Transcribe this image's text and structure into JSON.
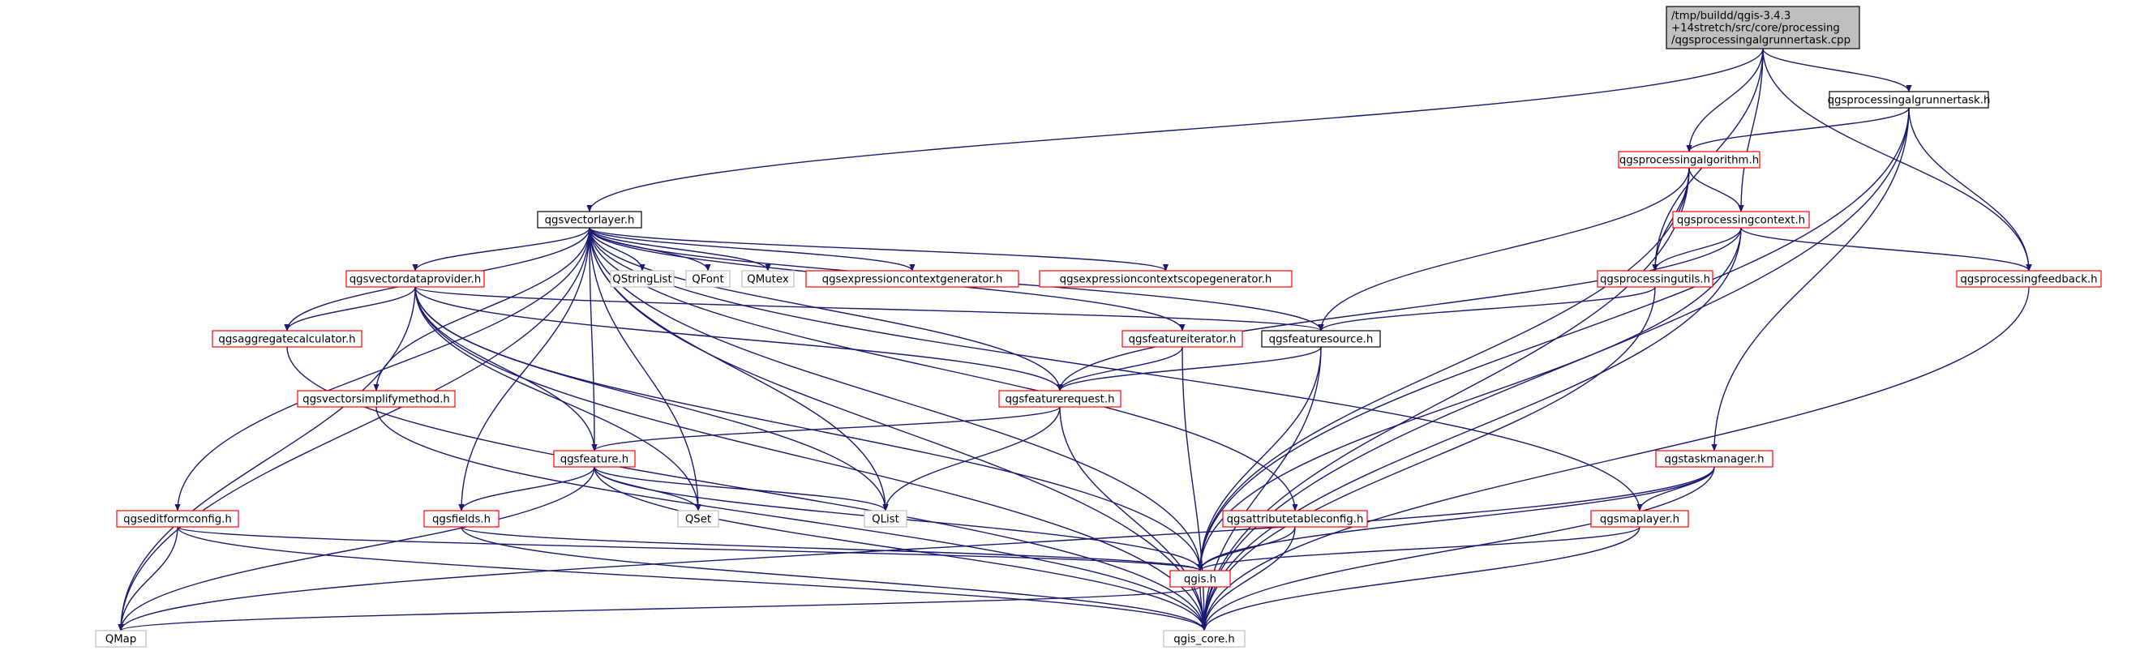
{
  "colors": {
    "edge": "#191970",
    "root_fill": "#bfbfbf",
    "root_border": "#000000",
    "documented_border": "#000000",
    "incomplete_border": "#ff0000",
    "external_border": "#bfbfbf",
    "external_text": "#555555"
  },
  "nodes": [
    {
      "id": "root",
      "style": "root",
      "lines": [
        "/tmp/buildd/qgis-3.4.3",
        "+14stretch/src/core/processing",
        "/qgsprocessingalgrunnertask.cpp"
      ]
    },
    {
      "id": "qgsprocessingalgrunnertask_h",
      "style": "documented",
      "lines": [
        "qgsprocessingalgrunnertask.h"
      ]
    },
    {
      "id": "qgsvectorlayer_h",
      "style": "documented",
      "lines": [
        "qgsvectorlayer.h"
      ]
    },
    {
      "id": "qgsprocessingalgorithm_h",
      "style": "incomplete",
      "lines": [
        "qgsprocessingalgorithm.h"
      ]
    },
    {
      "id": "qgsprocessingcontext_h",
      "style": "incomplete",
      "lines": [
        "qgsprocessingcontext.h"
      ]
    },
    {
      "id": "qgsprocessingutils_h",
      "style": "incomplete",
      "lines": [
        "qgsprocessingutils.h"
      ]
    },
    {
      "id": "qgsprocessingfeedback_h",
      "style": "incomplete",
      "lines": [
        "qgsprocessingfeedback.h"
      ]
    },
    {
      "id": "qgsvectordataprovider_h",
      "style": "incomplete",
      "lines": [
        "qgsvectordataprovider.h"
      ]
    },
    {
      "id": "QStringList",
      "style": "external",
      "lines": [
        "QStringList"
      ]
    },
    {
      "id": "QFont",
      "style": "external",
      "lines": [
        "QFont"
      ]
    },
    {
      "id": "QMutex",
      "style": "external",
      "lines": [
        "QMutex"
      ]
    },
    {
      "id": "qgsexpressioncontextgenerator_h",
      "style": "incomplete",
      "lines": [
        "qgsexpressioncontextgenerator.h"
      ]
    },
    {
      "id": "qgsexpressioncontextscopegenerator_h",
      "style": "incomplete",
      "lines": [
        "qgsexpressioncontextscopegenerator.h"
      ]
    },
    {
      "id": "qgsaggregatecalculator_h",
      "style": "incomplete",
      "lines": [
        "qgsaggregatecalculator.h"
      ]
    },
    {
      "id": "qgsfeatureiterator_h",
      "style": "incomplete",
      "lines": [
        "qgsfeatureiterator.h"
      ]
    },
    {
      "id": "qgsfeaturesource_h",
      "style": "documented",
      "lines": [
        "qgsfeaturesource.h"
      ]
    },
    {
      "id": "qgsvectorsimplifymethod_h",
      "style": "incomplete",
      "lines": [
        "qgsvectorsimplifymethod.h"
      ]
    },
    {
      "id": "qgsfeaturerequest_h",
      "style": "incomplete",
      "lines": [
        "qgsfeaturerequest.h"
      ]
    },
    {
      "id": "qgsfeature_h",
      "style": "incomplete",
      "lines": [
        "qgsfeature.h"
      ]
    },
    {
      "id": "qgstaskmanager_h",
      "style": "incomplete",
      "lines": [
        "qgstaskmanager.h"
      ]
    },
    {
      "id": "QSet",
      "style": "external",
      "lines": [
        "QSet"
      ]
    },
    {
      "id": "QList",
      "style": "external",
      "lines": [
        "QList"
      ]
    },
    {
      "id": "qgseditformconfig_h",
      "style": "incomplete",
      "lines": [
        "qgseditformconfig.h"
      ]
    },
    {
      "id": "qgsfields_h",
      "style": "incomplete",
      "lines": [
        "qgsfields.h"
      ]
    },
    {
      "id": "qgsattributetableconfig_h",
      "style": "incomplete",
      "lines": [
        "qgsattributetableconfig.h"
      ]
    },
    {
      "id": "qgsmaplayer_h",
      "style": "incomplete",
      "lines": [
        "qgsmaplayer.h"
      ]
    },
    {
      "id": "qgis_h",
      "style": "incomplete",
      "lines": [
        "qgis.h"
      ]
    },
    {
      "id": "QMap",
      "style": "external",
      "lines": [
        "QMap"
      ]
    },
    {
      "id": "qgis_core_h",
      "style": "external",
      "lines": [
        "qgis_core.h"
      ]
    }
  ],
  "edges": [
    [
      "root",
      "qgsprocessingalgrunnertask_h"
    ],
    [
      "root",
      "qgsvectorlayer_h"
    ],
    [
      "root",
      "qgsprocessingalgorithm_h"
    ],
    [
      "root",
      "qgsprocessingcontext_h"
    ],
    [
      "root",
      "qgsprocessingutils_h"
    ],
    [
      "root",
      "qgsprocessingfeedback_h"
    ],
    [
      "qgsprocessingalgrunnertask_h",
      "qgsprocessingalgorithm_h"
    ],
    [
      "qgsprocessingalgrunnertask_h",
      "qgsprocessingfeedback_h"
    ],
    [
      "qgsprocessingalgrunnertask_h",
      "qgstaskmanager_h"
    ],
    [
      "qgsprocessingalgrunnertask_h",
      "qgis_h"
    ],
    [
      "qgsprocessingalgrunnertask_h",
      "qgis_core_h"
    ],
    [
      "qgsprocessingalgorithm_h",
      "qgsprocessingcontext_h"
    ],
    [
      "qgsprocessingalgorithm_h",
      "qgsprocessingutils_h"
    ],
    [
      "qgsprocessingalgorithm_h",
      "qgsfeaturesource_h"
    ],
    [
      "qgsprocessingalgorithm_h",
      "qgis_h"
    ],
    [
      "qgsprocessingalgorithm_h",
      "qgis_core_h"
    ],
    [
      "qgsprocessingcontext_h",
      "qgsprocessingutils_h"
    ],
    [
      "qgsprocessingcontext_h",
      "qgsprocessingfeedback_h"
    ],
    [
      "qgsprocessingcontext_h",
      "qgsfeaturerequest_h"
    ],
    [
      "qgsprocessingcontext_h",
      "qgis_h"
    ],
    [
      "qgsprocessingcontext_h",
      "qgis_core_h"
    ],
    [
      "qgsprocessingutils_h",
      "qgsfeaturesource_h"
    ],
    [
      "qgsprocessingutils_h",
      "qgis_core_h"
    ],
    [
      "qgsprocessingfeedback_h",
      "qgis_core_h"
    ],
    [
      "qgsvectorlayer_h",
      "qgsvectordataprovider_h"
    ],
    [
      "qgsvectorlayer_h",
      "QStringList"
    ],
    [
      "qgsvectorlayer_h",
      "QFont"
    ],
    [
      "qgsvectorlayer_h",
      "QMutex"
    ],
    [
      "qgsvectorlayer_h",
      "qgsexpressioncontextgenerator_h"
    ],
    [
      "qgsvectorlayer_h",
      "qgsexpressioncontextscopegenerator_h"
    ],
    [
      "qgsvectorlayer_h",
      "qgsaggregatecalculator_h"
    ],
    [
      "qgsvectorlayer_h",
      "qgsfeatureiterator_h"
    ],
    [
      "qgsvectorlayer_h",
      "qgsfeaturesource_h"
    ],
    [
      "qgsvectorlayer_h",
      "qgsvectorsimplifymethod_h"
    ],
    [
      "qgsvectorlayer_h",
      "qgsfeaturerequest_h"
    ],
    [
      "qgsvectorlayer_h",
      "qgsfeature_h"
    ],
    [
      "qgsvectorlayer_h",
      "QSet"
    ],
    [
      "qgsvectorlayer_h",
      "QList"
    ],
    [
      "qgsvectorlayer_h",
      "qgseditformconfig_h"
    ],
    [
      "qgsvectorlayer_h",
      "qgsfields_h"
    ],
    [
      "qgsvectorlayer_h",
      "qgsattributetableconfig_h"
    ],
    [
      "qgsvectorlayer_h",
      "qgsmaplayer_h"
    ],
    [
      "qgsvectorlayer_h",
      "qgis_h"
    ],
    [
      "qgsvectorlayer_h",
      "QMap"
    ],
    [
      "qgsvectorlayer_h",
      "qgis_core_h"
    ],
    [
      "qgsvectordataprovider_h",
      "qgsaggregatecalculator_h"
    ],
    [
      "qgsvectordataprovider_h",
      "qgsfeaturesource_h"
    ],
    [
      "qgsvectordataprovider_h",
      "qgsfeaturerequest_h"
    ],
    [
      "qgsvectordataprovider_h",
      "qgsfeature_h"
    ],
    [
      "qgsvectordataprovider_h",
      "QSet"
    ],
    [
      "qgsvectordataprovider_h",
      "QList"
    ],
    [
      "qgsvectordataprovider_h",
      "qgis_h"
    ],
    [
      "qgsvectordataprovider_h",
      "QMap"
    ],
    [
      "qgsvectordataprovider_h",
      "qgis_core_h"
    ],
    [
      "qgsaggregatecalculator_h",
      "qgis_core_h"
    ],
    [
      "qgsfeatureiterator_h",
      "qgsfeaturerequest_h"
    ],
    [
      "qgsfeatureiterator_h",
      "qgis_core_h"
    ],
    [
      "qgsfeaturesource_h",
      "qgsfeaturerequest_h"
    ],
    [
      "qgsfeaturesource_h",
      "qgis_h"
    ],
    [
      "qgsfeaturesource_h",
      "qgis_core_h"
    ],
    [
      "qgsvectorsimplifymethod_h",
      "qgis_core_h"
    ],
    [
      "qgsfeaturerequest_h",
      "qgsfeature_h"
    ],
    [
      "qgsfeaturerequest_h",
      "QList"
    ],
    [
      "qgsfeaturerequest_h",
      "qgis_core_h"
    ],
    [
      "qgsfeature_h",
      "qgsfields_h"
    ],
    [
      "qgsfeature_h",
      "QSet"
    ],
    [
      "qgsfeature_h",
      "QList"
    ],
    [
      "qgsfeature_h",
      "qgis_h"
    ],
    [
      "qgsfeature_h",
      "QMap"
    ],
    [
      "qgsfeature_h",
      "qgis_core_h"
    ],
    [
      "qgstaskmanager_h",
      "qgsmaplayer_h"
    ],
    [
      "qgstaskmanager_h",
      "qgis_h"
    ],
    [
      "qgstaskmanager_h",
      "QMap"
    ],
    [
      "qgstaskmanager_h",
      "qgis_core_h"
    ],
    [
      "qgseditformconfig_h",
      "qgis_h"
    ],
    [
      "qgseditformconfig_h",
      "QMap"
    ],
    [
      "qgseditformconfig_h",
      "qgis_core_h"
    ],
    [
      "qgsfields_h",
      "qgis_h"
    ],
    [
      "qgsfields_h",
      "qgis_core_h"
    ],
    [
      "qgsattributetableconfig_h",
      "qgis_h"
    ],
    [
      "qgsattributetableconfig_h",
      "qgis_core_h"
    ],
    [
      "qgsmaplayer_h",
      "qgis_h"
    ],
    [
      "qgsmaplayer_h",
      "qgis_core_h"
    ],
    [
      "qgis_h",
      "QMap"
    ],
    [
      "qgis_h",
      "qgis_core_h"
    ]
  ]
}
